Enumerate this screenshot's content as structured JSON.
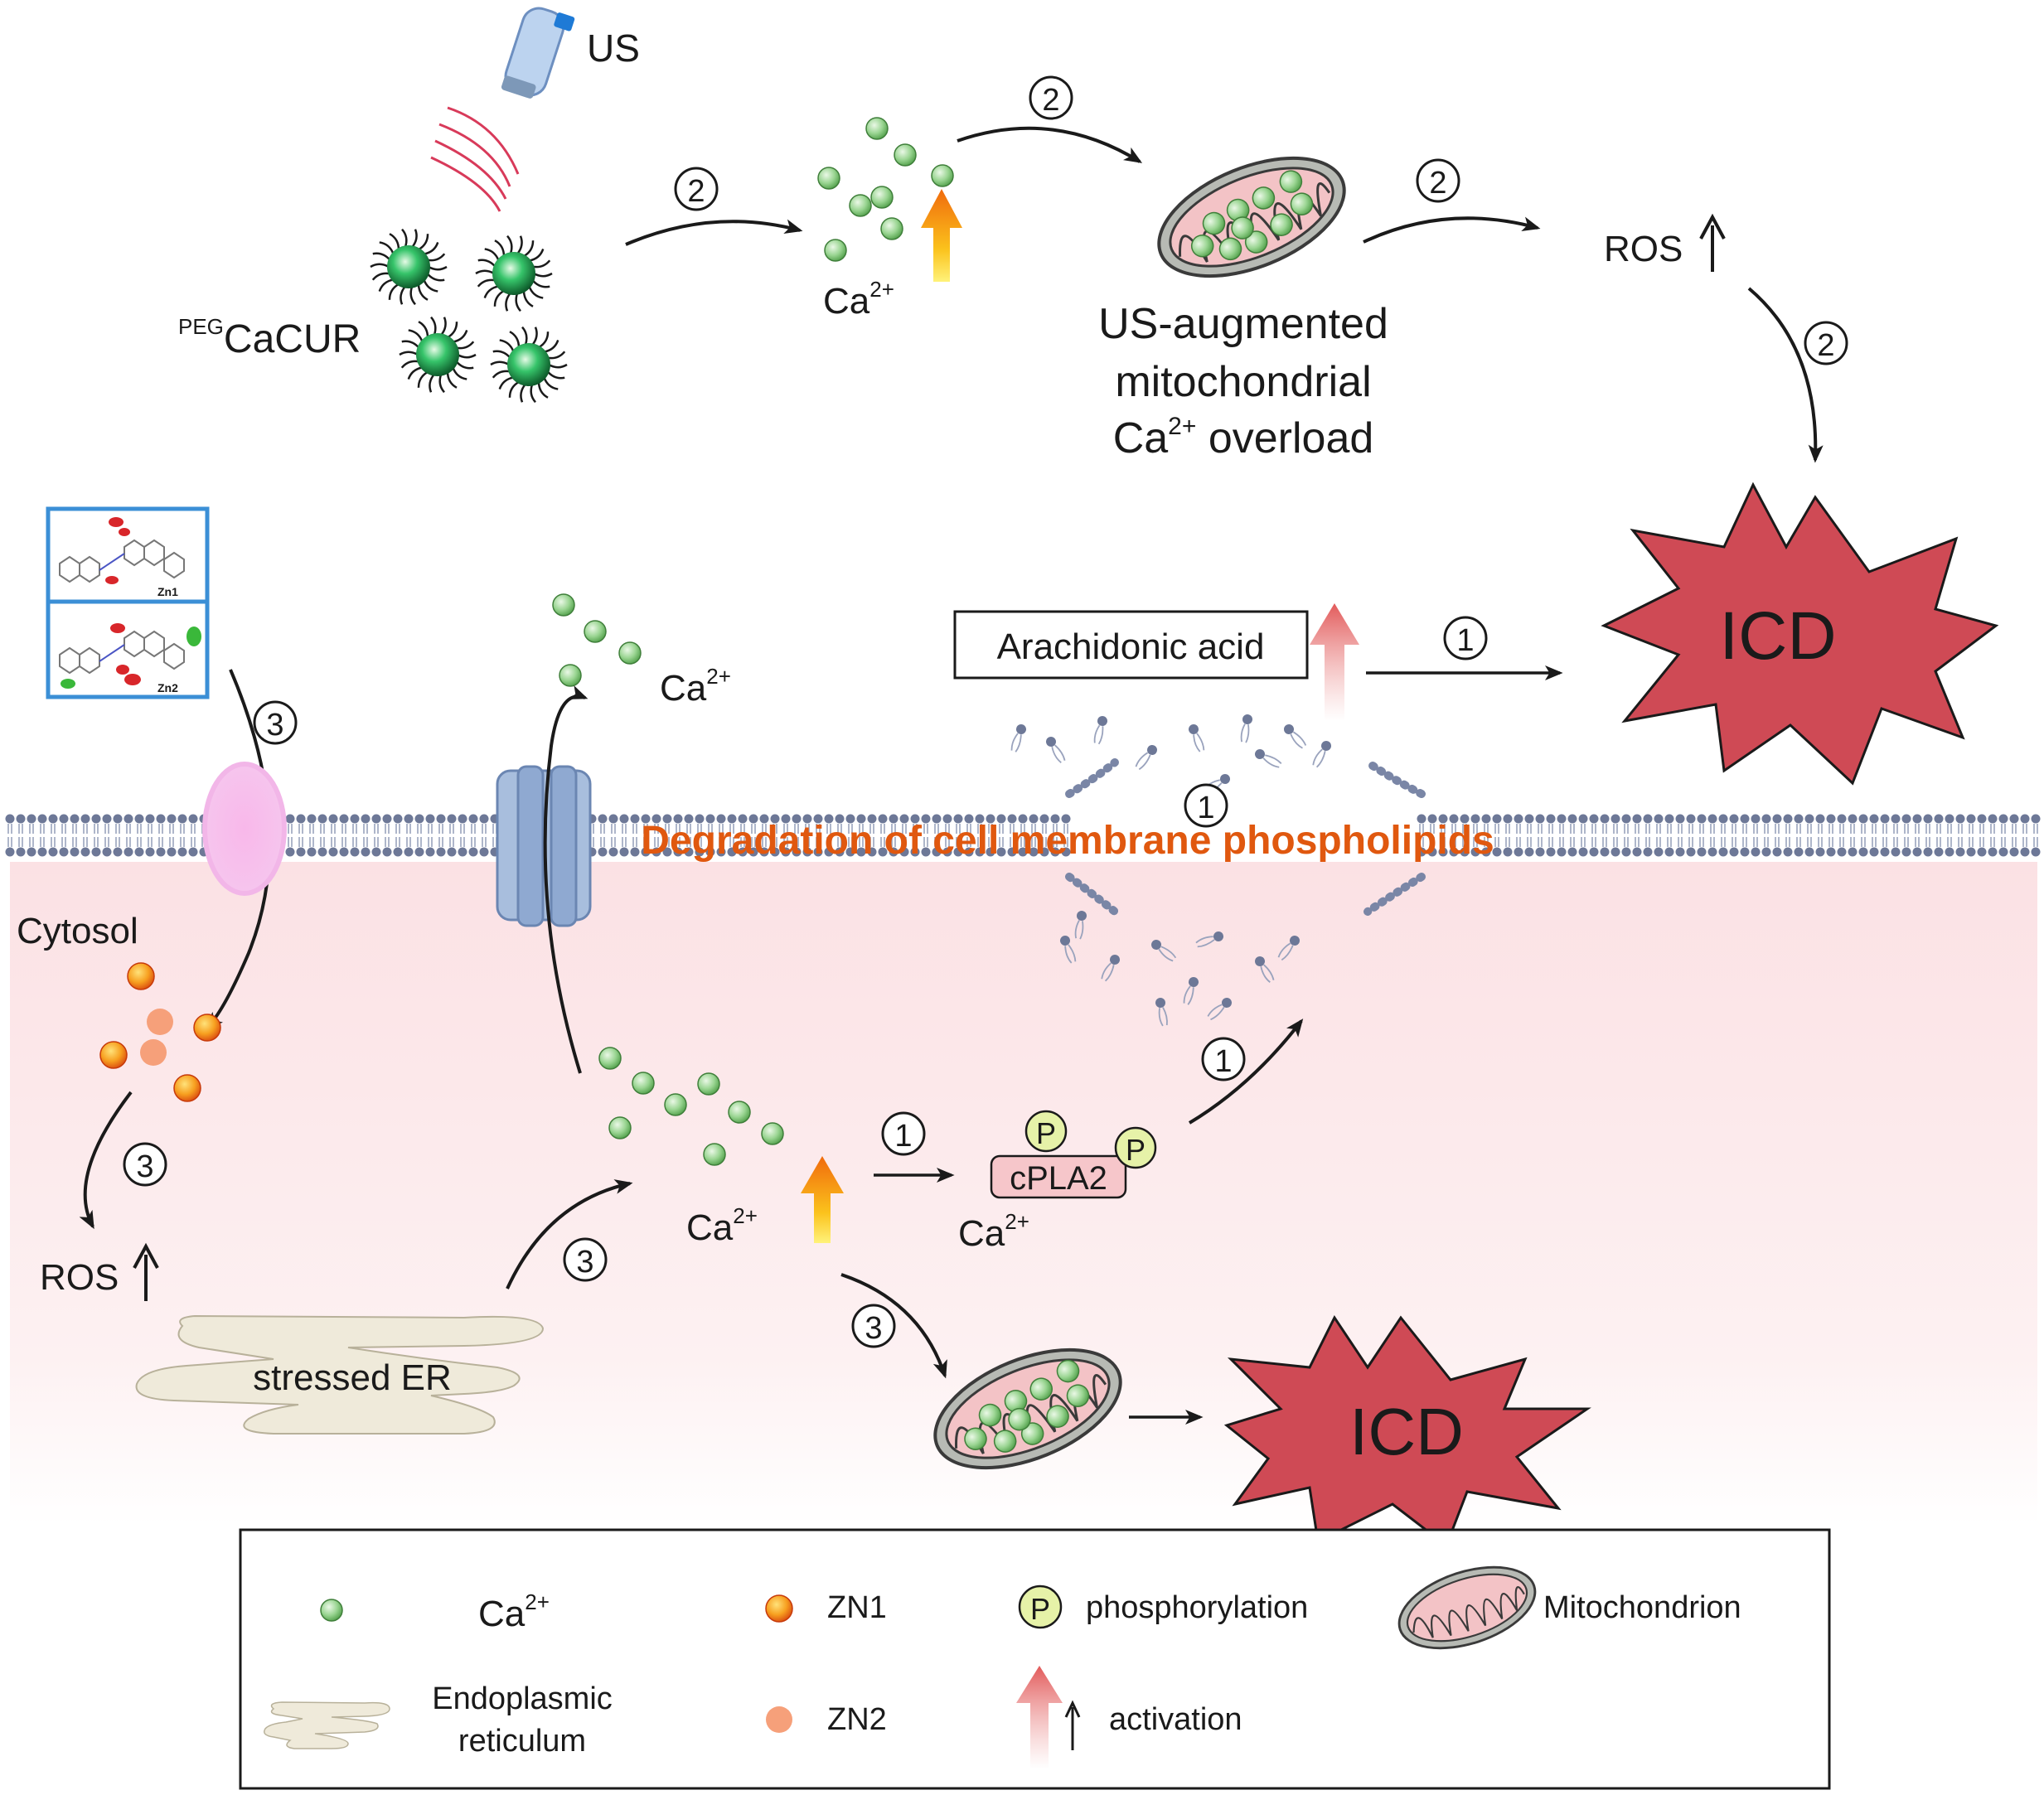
{
  "labels": {
    "us": "US",
    "peg_sup": "PEG",
    "cacur": "CaCUR",
    "ca": "Ca",
    "ca_sup": "2+",
    "us_augmented_line1": "US-augmented",
    "us_augmented_line2": "mitochondrial",
    "us_augmented_line3_rest": "overload",
    "ros": "ROS",
    "icd": "ICD",
    "arachidonic_acid": "Arachidonic acid",
    "degradation": "Degradation of cell membrane phospholipids",
    "cytosol": "Cytosol",
    "stressed_er": "stressed ER",
    "cpla2": "cPLA2",
    "p": "P",
    "zn1_small": "Zn1",
    "zn2_small": "Zn2"
  },
  "steps": {
    "one": "1",
    "two": "2",
    "three": "3"
  },
  "legend": {
    "ca": "Ca",
    "ca_sup": "2+",
    "zn1": "ZN1",
    "phosphorylation": "phosphorylation",
    "mitochondrion": "Mitochondrion",
    "er_line1": "Endoplasmic",
    "er_line2": "reticulum",
    "zn2": "ZN2",
    "activation": "activation"
  },
  "colors": {
    "ca_green": "#7fc87a",
    "zn1_orange": "#f07a10",
    "zn2_peach": "#f6a07a",
    "icd_red": "#cf4a55",
    "degradation_text": "#e0580f",
    "cytosol_pink": "#fbe3e5",
    "membrane": "#7a86a6",
    "channel_blue": "#a8bedd",
    "transporter_pink": "#f4a6e0",
    "er_beige": "#efeada",
    "mito_pink": "#f3c3c6",
    "frame_blue": "#3b8fd6"
  }
}
